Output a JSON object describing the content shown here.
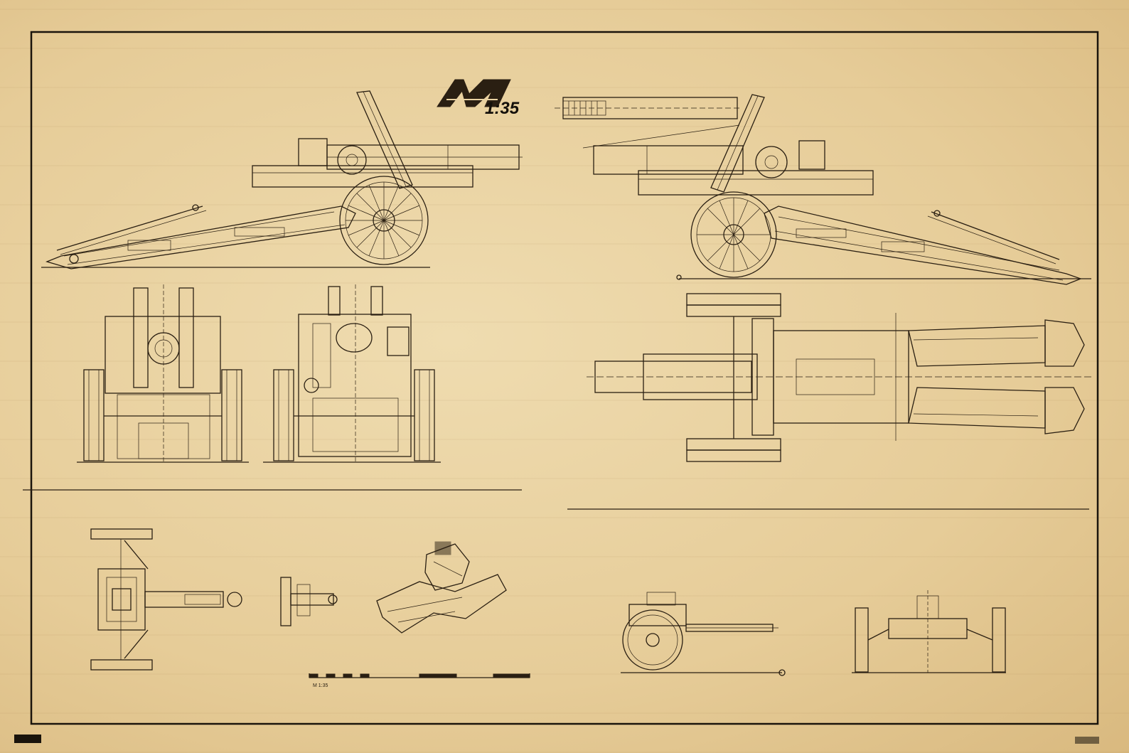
{
  "logo": {
    "letter": "M",
    "scale": "1:35"
  },
  "scale_bar": {
    "label": "M 1:35"
  },
  "colors": {
    "paper": "#e9d2a2",
    "ink": "#2a1f12"
  }
}
